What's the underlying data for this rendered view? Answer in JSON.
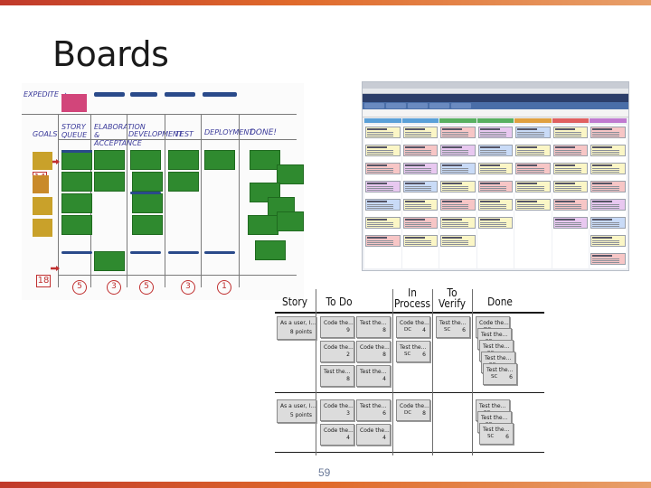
{
  "slide": {
    "title": "Boards",
    "page_number": "59"
  },
  "colors": {
    "accent_top": "#c0392b",
    "accent_bottom": "#e06a2b"
  },
  "whiteboard": {
    "labels": {
      "expedite": "EXPEDITE →",
      "goals": "GOALS",
      "story_queue": "STORY QUEUE",
      "elaboration": "ELABORATION & ACCEPTANCE",
      "development": "DEVELOPMENT",
      "test": "TEST",
      "deployment": "DEPLOYMENT",
      "done": "DONE!"
    },
    "lead_times": [
      "14",
      "18"
    ],
    "wip_limits": [
      "5",
      "3",
      "5",
      "3",
      "1"
    ]
  },
  "taskboard": {
    "columns": [
      "Story",
      "To Do",
      "In Process",
      "To Verify",
      "Done"
    ],
    "rows": [
      {
        "story": {
          "title": "As a user, I...",
          "points": "8 points"
        },
        "todo": [
          {
            "title": "Code the...",
            "hours": "9"
          },
          {
            "title": "Test the...",
            "hours": "8"
          },
          {
            "title": "Code the...",
            "hours": "2"
          },
          {
            "title": "Code the...",
            "hours": "8"
          },
          {
            "title": "Test the...",
            "hours": "8"
          },
          {
            "title": "Test the...",
            "hours": "4"
          }
        ],
        "in_process": [
          {
            "title": "Code the...",
            "initials": "DC",
            "hours": "4"
          },
          {
            "title": "Test the...",
            "initials": "SC",
            "hours": "6"
          }
        ],
        "to_verify": [
          {
            "title": "Test the...",
            "initials": "SC",
            "hours": "6"
          }
        ],
        "done": [
          {
            "title": "Code the...",
            "initials": "DC"
          },
          {
            "title": "Test the...",
            "initials": "SC"
          },
          {
            "title": "Test the...",
            "initials": "SC"
          },
          {
            "title": "Test the...",
            "initials": "SC"
          },
          {
            "title": "Test the...",
            "initials": "SC",
            "hours": "6"
          }
        ]
      },
      {
        "story": {
          "title": "As a user, I...",
          "points": "5 points"
        },
        "todo": [
          {
            "title": "Code the...",
            "hours": "3"
          },
          {
            "title": "Test the...",
            "hours": "6"
          },
          {
            "title": "Code the...",
            "hours": "4"
          },
          {
            "title": "Code the...",
            "hours": "4"
          }
        ],
        "in_process": [
          {
            "title": "Code the...",
            "initials": "DC",
            "hours": "8"
          }
        ],
        "to_verify": [],
        "done": [
          {
            "title": "Test the...",
            "initials": "SC"
          },
          {
            "title": "Test the...",
            "initials": "SC"
          },
          {
            "title": "Test the...",
            "initials": "SC",
            "hours": "6"
          }
        ]
      }
    ]
  }
}
